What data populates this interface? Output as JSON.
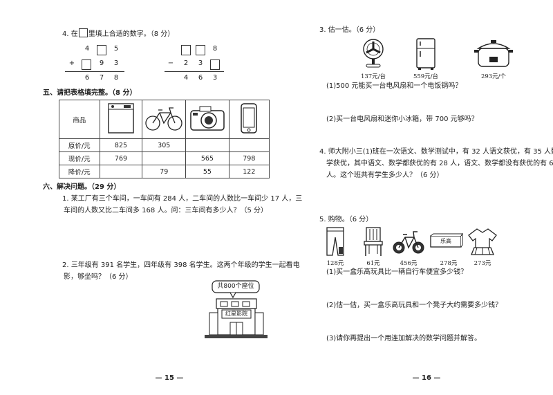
{
  "left": {
    "q4_intro": "4. 在",
    "q4_rest": "里填上合适的数字。（8 分）",
    "add": {
      "row1_a": "4",
      "row1_c": "5",
      "op": "+",
      "row2_b": "9",
      "row2_c": "3",
      "res_a": "6",
      "res_b": "7",
      "res_c": "8"
    },
    "sub": {
      "row1_c": "8",
      "op": "−",
      "row2_a": "2",
      "row2_b": "3",
      "res_a": "4",
      "res_b": "6",
      "res_c": "3"
    },
    "sec5_title": "五、请把表格填完整。（8 分）",
    "table": {
      "header": "商品",
      "rows": [
        {
          "label": "原价/元",
          "cells": [
            "825",
            "305",
            "",
            ""
          ]
        },
        {
          "label": "现价/元",
          "cells": [
            "769",
            "",
            "565",
            "798"
          ]
        },
        {
          "label": "降价/元",
          "cells": [
            "",
            "79",
            "55",
            "122"
          ]
        }
      ]
    },
    "sec6_title": "六、解决问题。（29 分）",
    "q1_l1": "1. 某工厂有三个车间，一车间有 284 人，二车间的人数比一车间少 17 人，三",
    "q1_l2": "车间的人数又比二车间多 168 人。问：三车间有多少人？（5 分）",
    "q2_l1": "2. 三年级有 391 名学生，四年级有 398 名学生。这两个年级的学生一起看电",
    "q2_l2": "影，够坐吗？（6 分）",
    "cinema_bubble": "共800个座位",
    "cinema_sign": "红星影院",
    "page_number": "— 15 —"
  },
  "right": {
    "q3_title": "3. 估一估。（6 分）",
    "prices3": [
      "137元/台",
      "559元/台",
      "293元/个"
    ],
    "q3_1": "(1)500 元能买一台电风扇和一个电饭锅吗？",
    "q3_2": "(2)买一台电风扇和迷你小冰箱，带 700 元够吗？",
    "q4_l1": "4. 师大附小三(1)班在一次语文、数学测试中，有 32 人语文获优，有 35 人数",
    "q4_l2": "学获优，其中语文、数学都获优的有 28 人，语文、数学都没有获优的有 6",
    "q4_l3": "人。这个班共有学生多少人？（6 分）",
    "q5_title": "5. 购物。（6 分）",
    "toy_box": "乐高",
    "prices5": [
      "128元",
      "61元",
      "456元",
      "278元",
      "273元"
    ],
    "q5_1": "(1)买一盒乐高玩具比一辆自行车便宜多少钱？",
    "q5_2": "(2)估一估，买一盒乐高玩具和一个凳子大约需要多少钱？",
    "q5_3": "(3)请你再提出一个用连加解决的数学问题并解答。",
    "page_number": "— 16 —"
  }
}
